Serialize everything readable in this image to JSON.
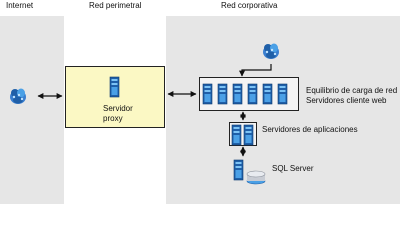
{
  "zones": {
    "internet": "Internet",
    "perimeter": "Red perimetral",
    "corporate": "Red corporativa"
  },
  "proxy": {
    "line1": "Servidor",
    "line2": "proxy"
  },
  "web_farm": {
    "line1": "Equilibrio de carga de red",
    "line2": "Servidores cliente web"
  },
  "app_servers": "Servidores de aplicaciones",
  "sql": "SQL Server",
  "colors": {
    "zone_background": "#e6e6e6",
    "proxy_fill": "#fbf8c4",
    "server_blue": "#1f5fa8",
    "server_light": "#4aa0e6"
  },
  "icons": [
    "internet-cloud-icon",
    "user-cloud-icon",
    "server-icon",
    "database-icon"
  ]
}
